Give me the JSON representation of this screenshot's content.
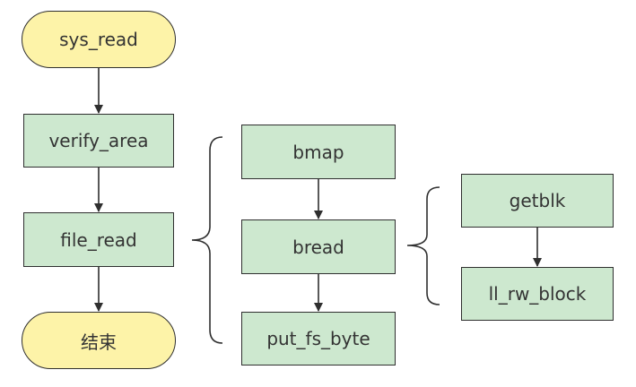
{
  "diagram": {
    "nodes": [
      {
        "id": "sys_read",
        "label": "sys_read",
        "shape": "terminal"
      },
      {
        "id": "verify_area",
        "label": "verify_area",
        "shape": "process"
      },
      {
        "id": "file_read",
        "label": "file_read",
        "shape": "process"
      },
      {
        "id": "end",
        "label": "结束",
        "shape": "terminal"
      },
      {
        "id": "bmap",
        "label": "bmap",
        "shape": "process"
      },
      {
        "id": "bread",
        "label": "bread",
        "shape": "process"
      },
      {
        "id": "put_fs_byte",
        "label": "put_fs_byte",
        "shape": "process"
      },
      {
        "id": "getblk",
        "label": "getblk",
        "shape": "process"
      },
      {
        "id": "ll_rw_block",
        "label": "ll_rw_block",
        "shape": "process"
      }
    ],
    "edges": [
      {
        "from": "sys_read",
        "to": "verify_area"
      },
      {
        "from": "verify_area",
        "to": "file_read"
      },
      {
        "from": "file_read",
        "to": "end"
      },
      {
        "from": "bmap",
        "to": "bread"
      },
      {
        "from": "bread",
        "to": "put_fs_byte"
      },
      {
        "from": "getblk",
        "to": "ll_rw_block"
      }
    ],
    "expansions": [
      {
        "node": "file_read",
        "children": [
          "bmap",
          "bread",
          "put_fs_byte"
        ]
      },
      {
        "node": "bread",
        "children": [
          "getblk",
          "ll_rw_block"
        ]
      }
    ],
    "colors": {
      "terminal_fill": "#fdf3a8",
      "process_fill": "#cde8cf",
      "stroke": "#2f2f2f",
      "text": "#333333"
    }
  }
}
